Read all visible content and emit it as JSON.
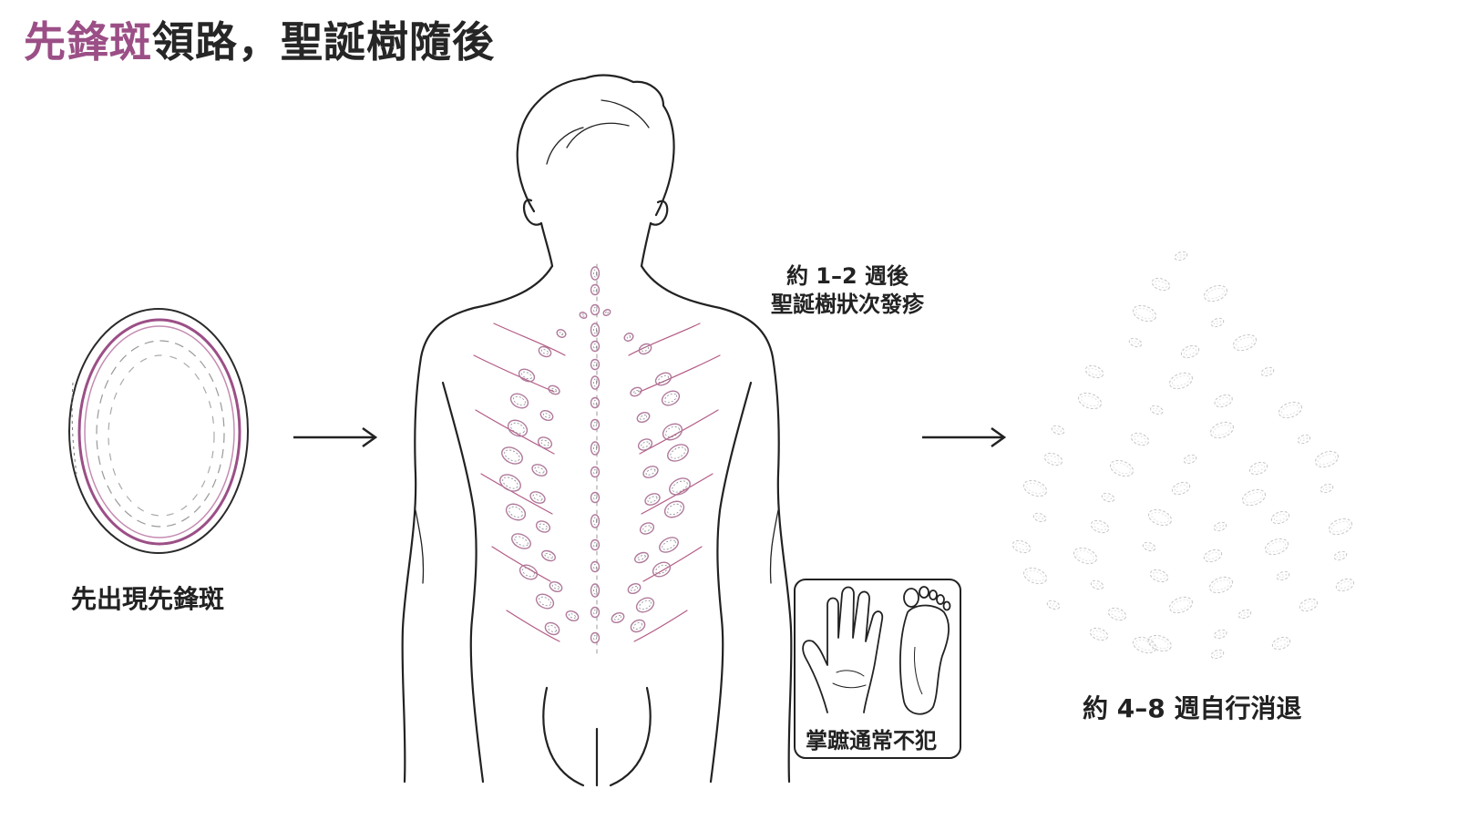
{
  "title": {
    "highlight": "先鋒斑",
    "rest": "領路，聖誕樹隨後"
  },
  "stages": {
    "herald": "先出現先鋒斑",
    "after_line1": "約 1–2 週後",
    "after_line2": "聖誕樹狀次發疹",
    "fade": "約 4–8 週自行消退"
  },
  "inset": {
    "label": "掌蹠通常不犯"
  },
  "colors": {
    "accent": "#9b4f86",
    "ink": "#262626",
    "lesion": "#b07a9c",
    "faded": "#c9c9c9"
  }
}
